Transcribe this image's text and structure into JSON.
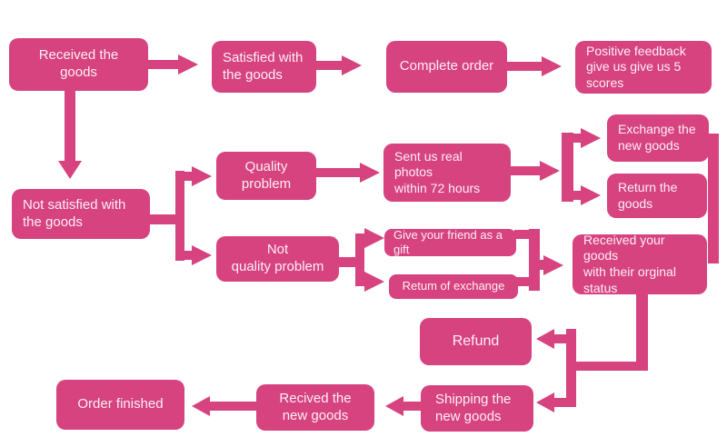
{
  "canvas": {
    "background_color": "#ffffff",
    "accent_color": "#d6437f",
    "text_color": "#fdeff6"
  },
  "nodes": {
    "received_goods": "Received the goods",
    "satisfied": "Satisfied with\nthe goods",
    "complete_order": "Complete order",
    "positive_feedback": "Positive feedback\ngive us give us 5\nscores",
    "not_satisfied": "Not satisfied with\nthe goods",
    "quality_problem": "Quality problem",
    "sent_photos": "Sent us real photos\nwithin 72 hours",
    "exchange_new": "Exchange the\nnew goods",
    "return_goods": "Return the\ngoods",
    "not_quality": "Not\nquality problem",
    "gift": "Give your friend as a gift",
    "retum_exchange": "Retum of exchange",
    "received_original": "Received your goods\nwith their orginal\nstatus",
    "refund": "Refund",
    "shipping": "Shipping the\nnew goods",
    "recived": "Recived the\nnew goods",
    "order_finished": "Order finished"
  }
}
